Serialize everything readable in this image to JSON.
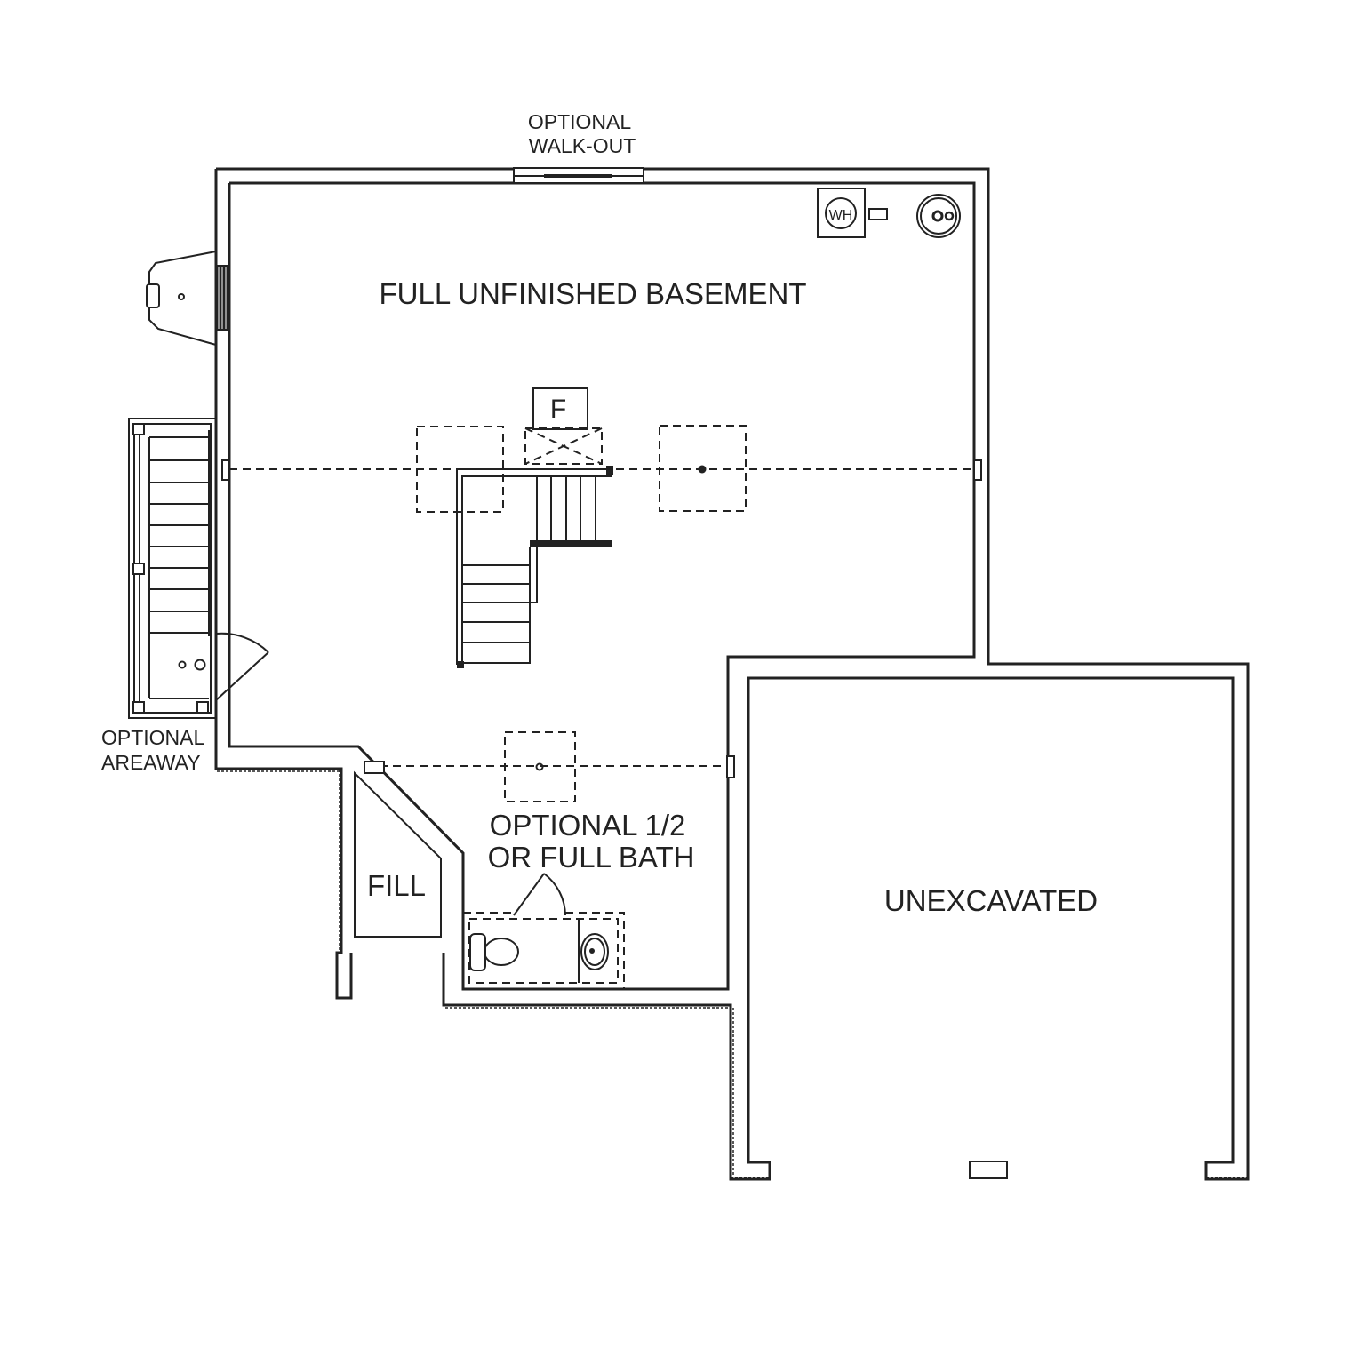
{
  "labels": {
    "walkout_line1": "OPTIONAL",
    "walkout_line2": "WALK-OUT",
    "basement": "FULL UNFINISHED BASEMENT",
    "furnace": "F",
    "water_heater": "WH",
    "areaway_line1": "OPTIONAL",
    "areaway_line2": "AREAWAY",
    "bath_line1": "OPTIONAL 1/2",
    "bath_line2": "OR FULL BATH",
    "fill": "FILL",
    "unexcavated": "UNEXCAVATED"
  }
}
